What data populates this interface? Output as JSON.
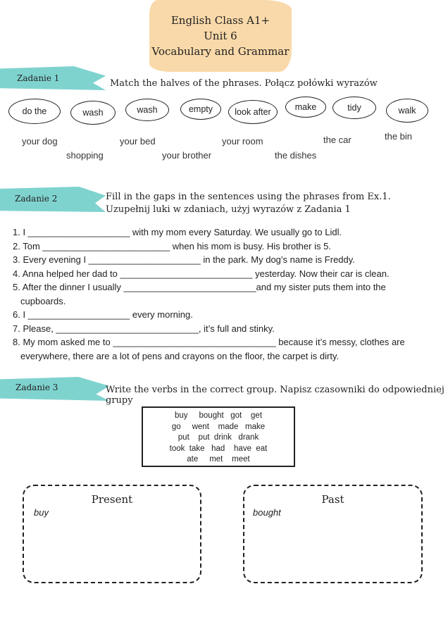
{
  "header": {
    "line1": "English Class A1+",
    "line2": "Unit 6",
    "line3": "Vocabulary and Grammar"
  },
  "section1": {
    "label": "Zadanie 1",
    "instruction": "Match the halves  of the phrases. Połącz połówki wyrazów",
    "verbs": [
      "do the",
      "wash",
      "wash",
      "empty",
      "look after",
      "make",
      "tidy",
      "walk"
    ],
    "phrases": [
      "your dog",
      "your bed",
      "your room",
      "the car",
      "the bin",
      "shopping",
      "your brother",
      "the dishes"
    ]
  },
  "section2": {
    "label": "Zadanie 2",
    "instruction1": "Fill in the gaps in the sentences using the phrases from Ex.1.",
    "instruction2": "Uzupełnij luki w zdaniach, użyj wyrazów z Zadania 1",
    "sentences": [
      "1. I ____________________ with my mom every Saturday. We usually go to Lidl.",
      "2. Tom _________________________ when his mom is busy. His brother is 5.",
      "3.  Every evening I ______________________ in the park. My dog’s name is Freddy.",
      "4. Anna helped her dad to __________________________ yesterday. Now their car is clean.",
      "5. After the dinner I usually __________________________and my sister puts them into the",
      "cupboards.",
      "6. I ____________________ every morning.",
      "7. Please, ____________________________, it’s full and stinky.",
      "8. My mom asked me to ________________________________ because it’s messy, clothes are",
      "everywhere, there are a lot of pens and crayons on the floor, the carpet is dirty."
    ]
  },
  "section3": {
    "label": "Zadanie 3",
    "instruction": "Write the verbs in the correct group. Napisz czasowniki do odpowiedniej grupy",
    "word_lines": [
      "buy     bought   got    get",
      "go     went    made   make",
      "put    put  drink   drank",
      "took  take   had    have  eat",
      "ate     met    meet"
    ],
    "present_title": "Present",
    "present_example": "buy",
    "past_title": "Past",
    "past_example": "bought"
  }
}
